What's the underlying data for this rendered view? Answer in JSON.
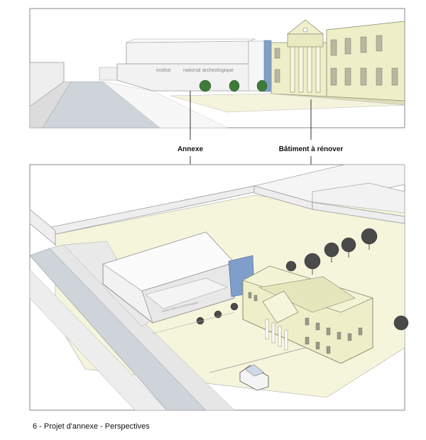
{
  "top_view": {
    "building_sign": {
      "word1": "institut",
      "word2": "national",
      "word3": "archeologique"
    }
  },
  "labels": {
    "annexe": "Annexe",
    "batiment": "Bâtiment à rénover"
  },
  "caption": "6 - Projet d'annexe - Perspectives",
  "colors": {
    "classical_building": "#eeeec8",
    "annex": "#f2f2f2",
    "courtyard": "#f5f5dc",
    "glass": "#7f9ec9",
    "street": "#cfd3da",
    "trees": "#4a4a4a"
  }
}
